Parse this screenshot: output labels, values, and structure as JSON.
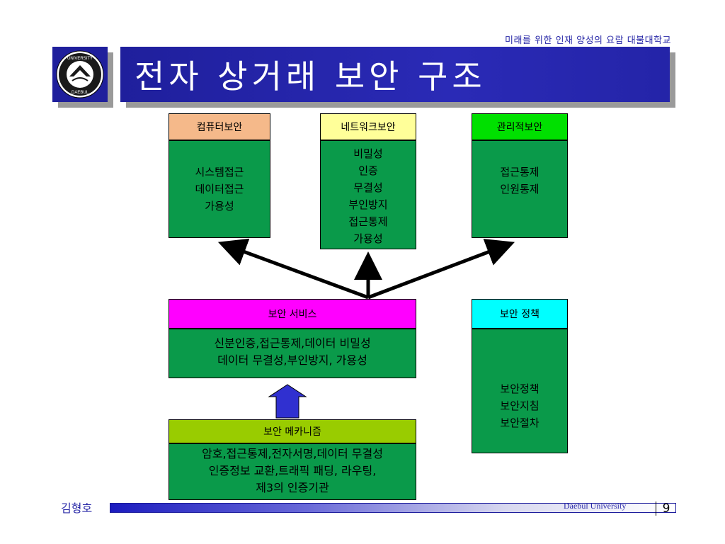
{
  "header": {
    "tagline": "미래를 위한 인재 양성의 요람 대불대학교",
    "title": "전자 상거래 보안 구조"
  },
  "top_boxes": [
    {
      "header": "컴퓨터보안",
      "header_color": "#f5b98a",
      "items": [
        "시스템접근",
        "데이터접근",
        "가용성"
      ]
    },
    {
      "header": "네트워크보안",
      "header_color": "#ffff99",
      "items": [
        "비밀성",
        "인증",
        "무결성",
        "부인방지",
        "접근통제",
        "가용성"
      ]
    },
    {
      "header": "관리적보안",
      "header_color": "#00e000",
      "items": [
        "접근통제",
        "인원통제"
      ]
    }
  ],
  "services": {
    "header": "보안 서비스",
    "header_color": "#ff00ff",
    "lines": [
      "신분인증,접근통제,데이터 비밀성",
      "데이터 무결성,부인방지, 가용성"
    ]
  },
  "mechanism": {
    "header": "보안 메카니즘",
    "header_color": "#99cc00",
    "lines": [
      "암호,접근통제,전자서명,데이터 무결성",
      "인증정보 교환,트래픽 패딩, 라우팅,",
      "제3의 인증기관"
    ]
  },
  "policy": {
    "header": "보안 정책",
    "header_color": "#00ffff",
    "lines": [
      "보안정책",
      "보안지침",
      "보안절차"
    ]
  },
  "colors": {
    "box_body": "#0a9a4a",
    "title_bar": "#2424a8",
    "arrow_up": "#3030d0"
  },
  "footer": {
    "author": "김형호",
    "university": "Daebul University",
    "page": "9"
  }
}
